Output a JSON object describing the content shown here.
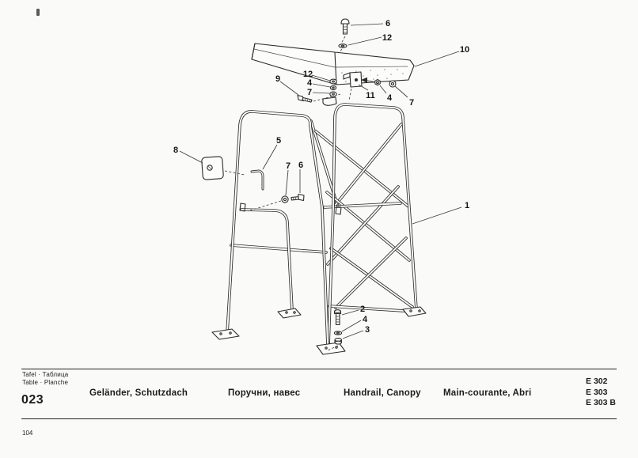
{
  "diagram": {
    "callouts": [
      {
        "label": "6"
      },
      {
        "label": "12"
      },
      {
        "label": "10"
      },
      {
        "label": "9"
      },
      {
        "label": "12"
      },
      {
        "label": "4"
      },
      {
        "label": "7"
      },
      {
        "label": "11"
      },
      {
        "label": "4"
      },
      {
        "label": "7"
      },
      {
        "label": "8"
      },
      {
        "label": "5"
      },
      {
        "label": "7"
      },
      {
        "label": "6"
      },
      {
        "label": "1"
      },
      {
        "label": "2"
      },
      {
        "label": "4"
      },
      {
        "label": "3"
      }
    ]
  },
  "footer": {
    "table_label_line1": "Tafel · Таблица",
    "table_label_line2": "Table · Planche",
    "plate_number": "023",
    "titles": {
      "de": "Geländer, Schutzdach",
      "ru": "Поручни, навес",
      "en": "Handrail, Canopy",
      "fr": "Main-courante, Abri"
    },
    "models": [
      "E 302",
      "E 303",
      "E 303 B"
    ],
    "page_number": "104"
  }
}
